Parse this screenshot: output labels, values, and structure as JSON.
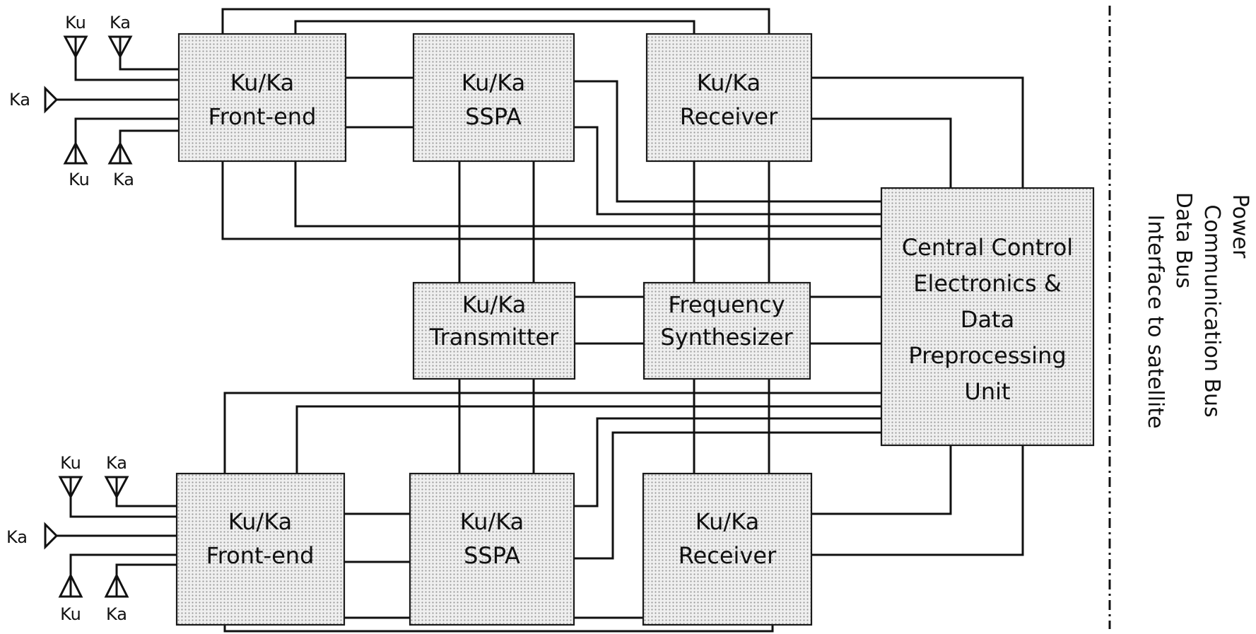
{
  "blocks": {
    "front_end_top": [
      "Ku/Ka",
      "Front-end"
    ],
    "sspa_top": [
      "Ku/Ka",
      "SSPA"
    ],
    "receiver_top": [
      "Ku/Ka",
      "Receiver"
    ],
    "transmitter": [
      "Ku/Ka",
      "Transmitter"
    ],
    "synthesizer": [
      "Frequency",
      "Synthesizer"
    ],
    "front_end_bottom": [
      "Ku/Ka",
      "Front-end"
    ],
    "sspa_bottom": [
      "Ku/Ka",
      "SSPA"
    ],
    "receiver_bottom": [
      "Ku/Ka",
      "Receiver"
    ],
    "central": [
      "Central Control",
      "Electronics &",
      "Data",
      "Preprocessing",
      "Unit"
    ]
  },
  "antennas": {
    "top": {
      "up_left": "Ku",
      "up_right": "Ka",
      "side": "Ka",
      "down_left": "Ku",
      "down_right": "Ka"
    },
    "bottom": {
      "up_left": "Ku",
      "up_right": "Ka",
      "side": "Ka",
      "down_left": "Ku",
      "down_right": "Ka"
    }
  },
  "satellite_interface": [
    "Power",
    "Communication Bus",
    "Data Bus",
    "Interface to satellite"
  ]
}
